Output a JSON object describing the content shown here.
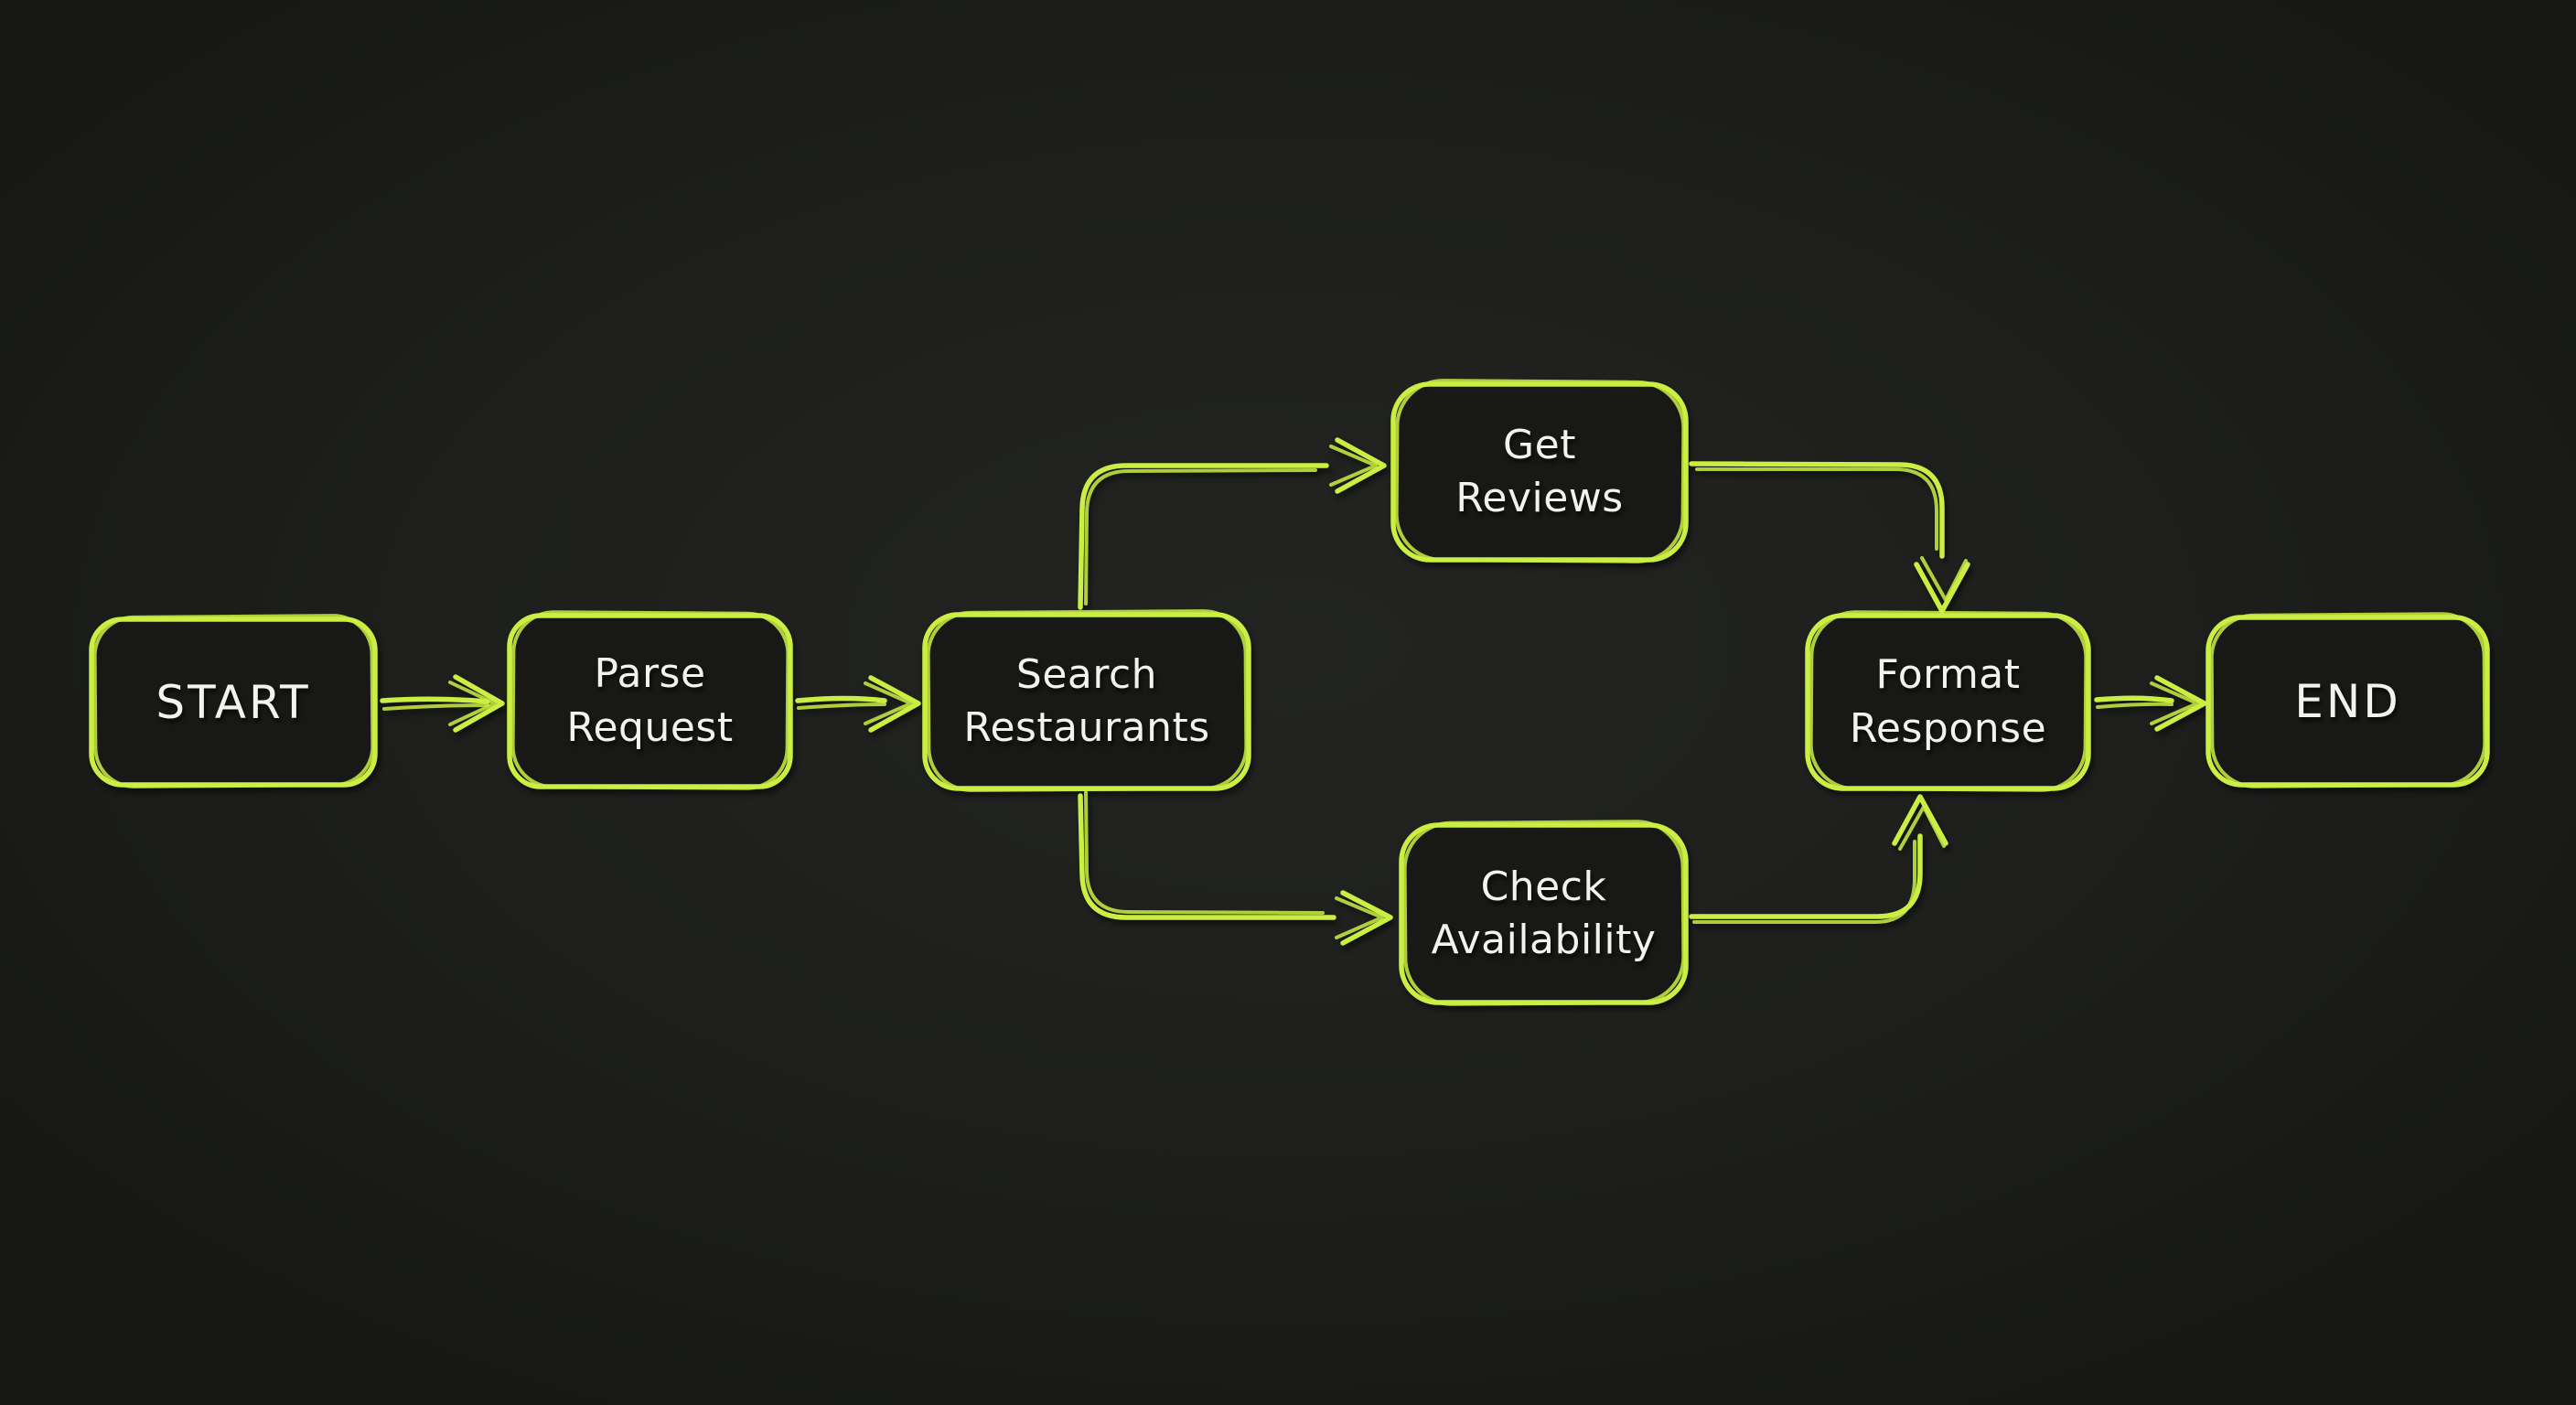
{
  "diagram": {
    "type": "flowchart",
    "direction": "left-to-right",
    "style": "hand-drawn sketch, double-stroked outlines",
    "colors": {
      "background": "#1e1f1d",
      "node_fill": "#181816",
      "stroke": "#cbee43",
      "text": "#f2f2ee"
    },
    "nodes": [
      {
        "id": "start",
        "label": "START",
        "shape": "rounded-rectangle"
      },
      {
        "id": "parse-request",
        "label": "Parse Request",
        "shape": "rounded-rectangle"
      },
      {
        "id": "search-restaurants",
        "label": "Search Restaurants",
        "shape": "rounded-rectangle"
      },
      {
        "id": "get-reviews",
        "label": "Get Reviews",
        "shape": "rounded-rectangle"
      },
      {
        "id": "check-availability",
        "label": "Check Availability",
        "shape": "rounded-rectangle"
      },
      {
        "id": "format-response",
        "label": "Format Response",
        "shape": "rounded-rectangle"
      },
      {
        "id": "end",
        "label": "END",
        "shape": "rounded-rectangle"
      }
    ],
    "edges": [
      {
        "from": "START",
        "to": "Parse Request",
        "arrow": "right"
      },
      {
        "from": "Parse Request",
        "to": "Search Restaurants",
        "arrow": "right"
      },
      {
        "from": "Search Restaurants",
        "to": "Get Reviews",
        "arrow": "up-then-right"
      },
      {
        "from": "Search Restaurants",
        "to": "Check Availability",
        "arrow": "down-then-right"
      },
      {
        "from": "Get Reviews",
        "to": "Format Response",
        "arrow": "right-then-down"
      },
      {
        "from": "Check Availability",
        "to": "Format Response",
        "arrow": "right-then-up"
      },
      {
        "from": "Format Response",
        "to": "END",
        "arrow": "right"
      }
    ]
  }
}
